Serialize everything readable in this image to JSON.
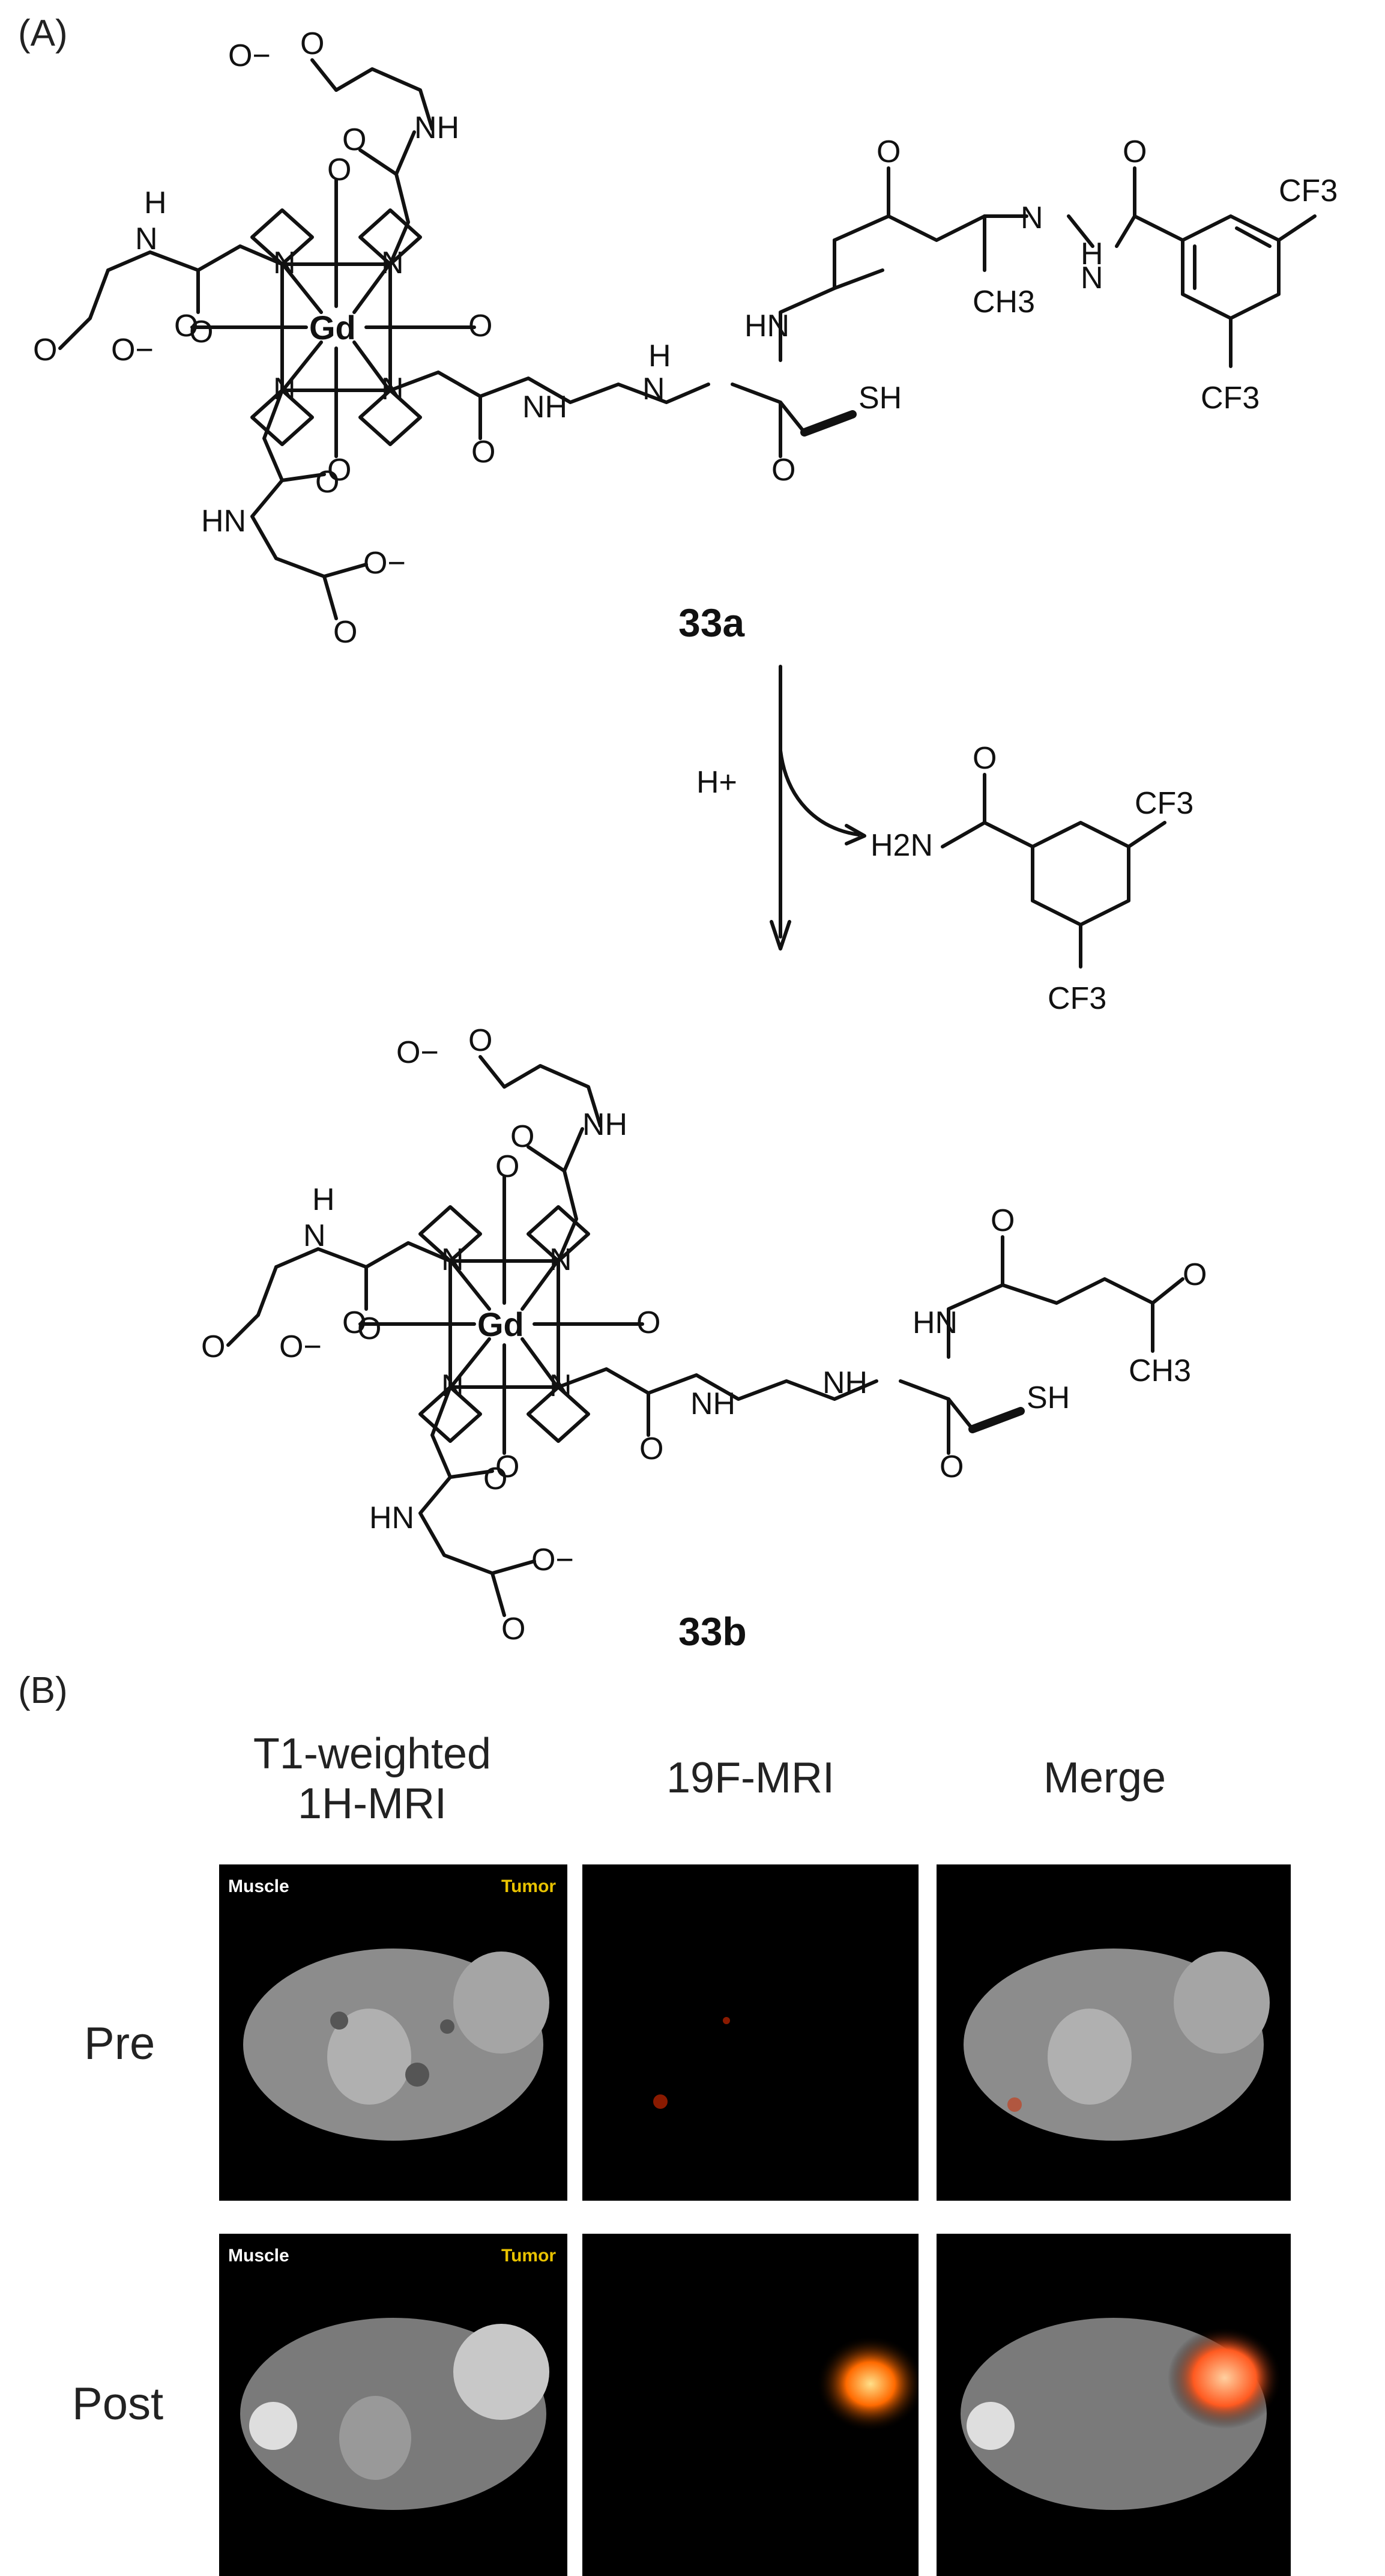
{
  "panels": {
    "a_label": "(A)",
    "b_label": "(B)"
  },
  "compounds": {
    "top": "33a",
    "bottom": "33b"
  },
  "reaction": {
    "reagent": "H+",
    "byproduct_amine": "H2N"
  },
  "atoms": {
    "gd": "Gd",
    "n": "N",
    "o": "O",
    "nh": "NH",
    "hn": "HN",
    "h": "H",
    "sh": "SH",
    "ch3": "CH3",
    "cf3": "CF3",
    "carboxylate": "O−"
  },
  "mri": {
    "columns": [
      "T1-weighted 1H-MRI",
      "19F-MRI",
      "Merge"
    ],
    "col1_line1": "T1-weighted",
    "col1_line2": "1H-MRI",
    "col2": "19F-MRI",
    "col3": "Merge",
    "rows": [
      "Pre",
      "Post"
    ],
    "annotations": {
      "muscle": "Muscle",
      "tumor": "Tumor"
    },
    "colors": {
      "muscle": "#ffffff",
      "tumor": "#e8c200",
      "hotspot": "#ff6a00"
    }
  }
}
